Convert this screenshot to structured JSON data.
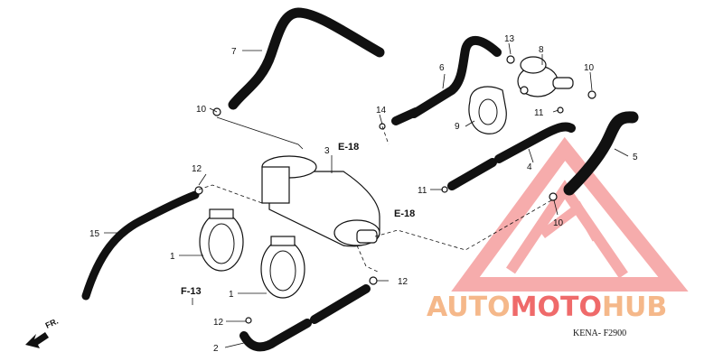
{
  "callouts": [
    "1",
    "1",
    "2",
    "3",
    "4",
    "5",
    "6",
    "7",
    "8",
    "9",
    "10",
    "10",
    "10",
    "11",
    "11",
    "12",
    "12",
    "12",
    "13",
    "14",
    "15"
  ],
  "refs": {
    "e18_top": "E-18",
    "e18_right": "E-18",
    "f13": "F-13"
  },
  "front_label": "FR.",
  "diagram_code": "KENA- F2900",
  "watermark": {
    "part1": "AUTO",
    "part2": "MOTO",
    "part3": "HUB",
    "color_orange": "#f5b88a",
    "color_red": "#ef6a6a"
  }
}
